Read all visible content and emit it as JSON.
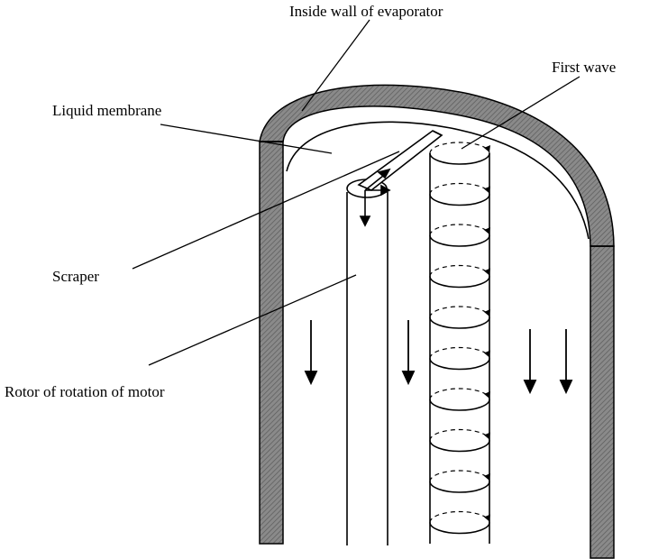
{
  "labels": {
    "inside_wall": "Inside wall of evaporator",
    "first_wave": "First wave",
    "liquid_membrane": "Liquid membrane",
    "scraper": "Scraper",
    "rotor": "Rotor of rotation of motor"
  },
  "colors": {
    "wall_fill": "#8a8a8a",
    "line": "#000000",
    "background": "#ffffff"
  }
}
